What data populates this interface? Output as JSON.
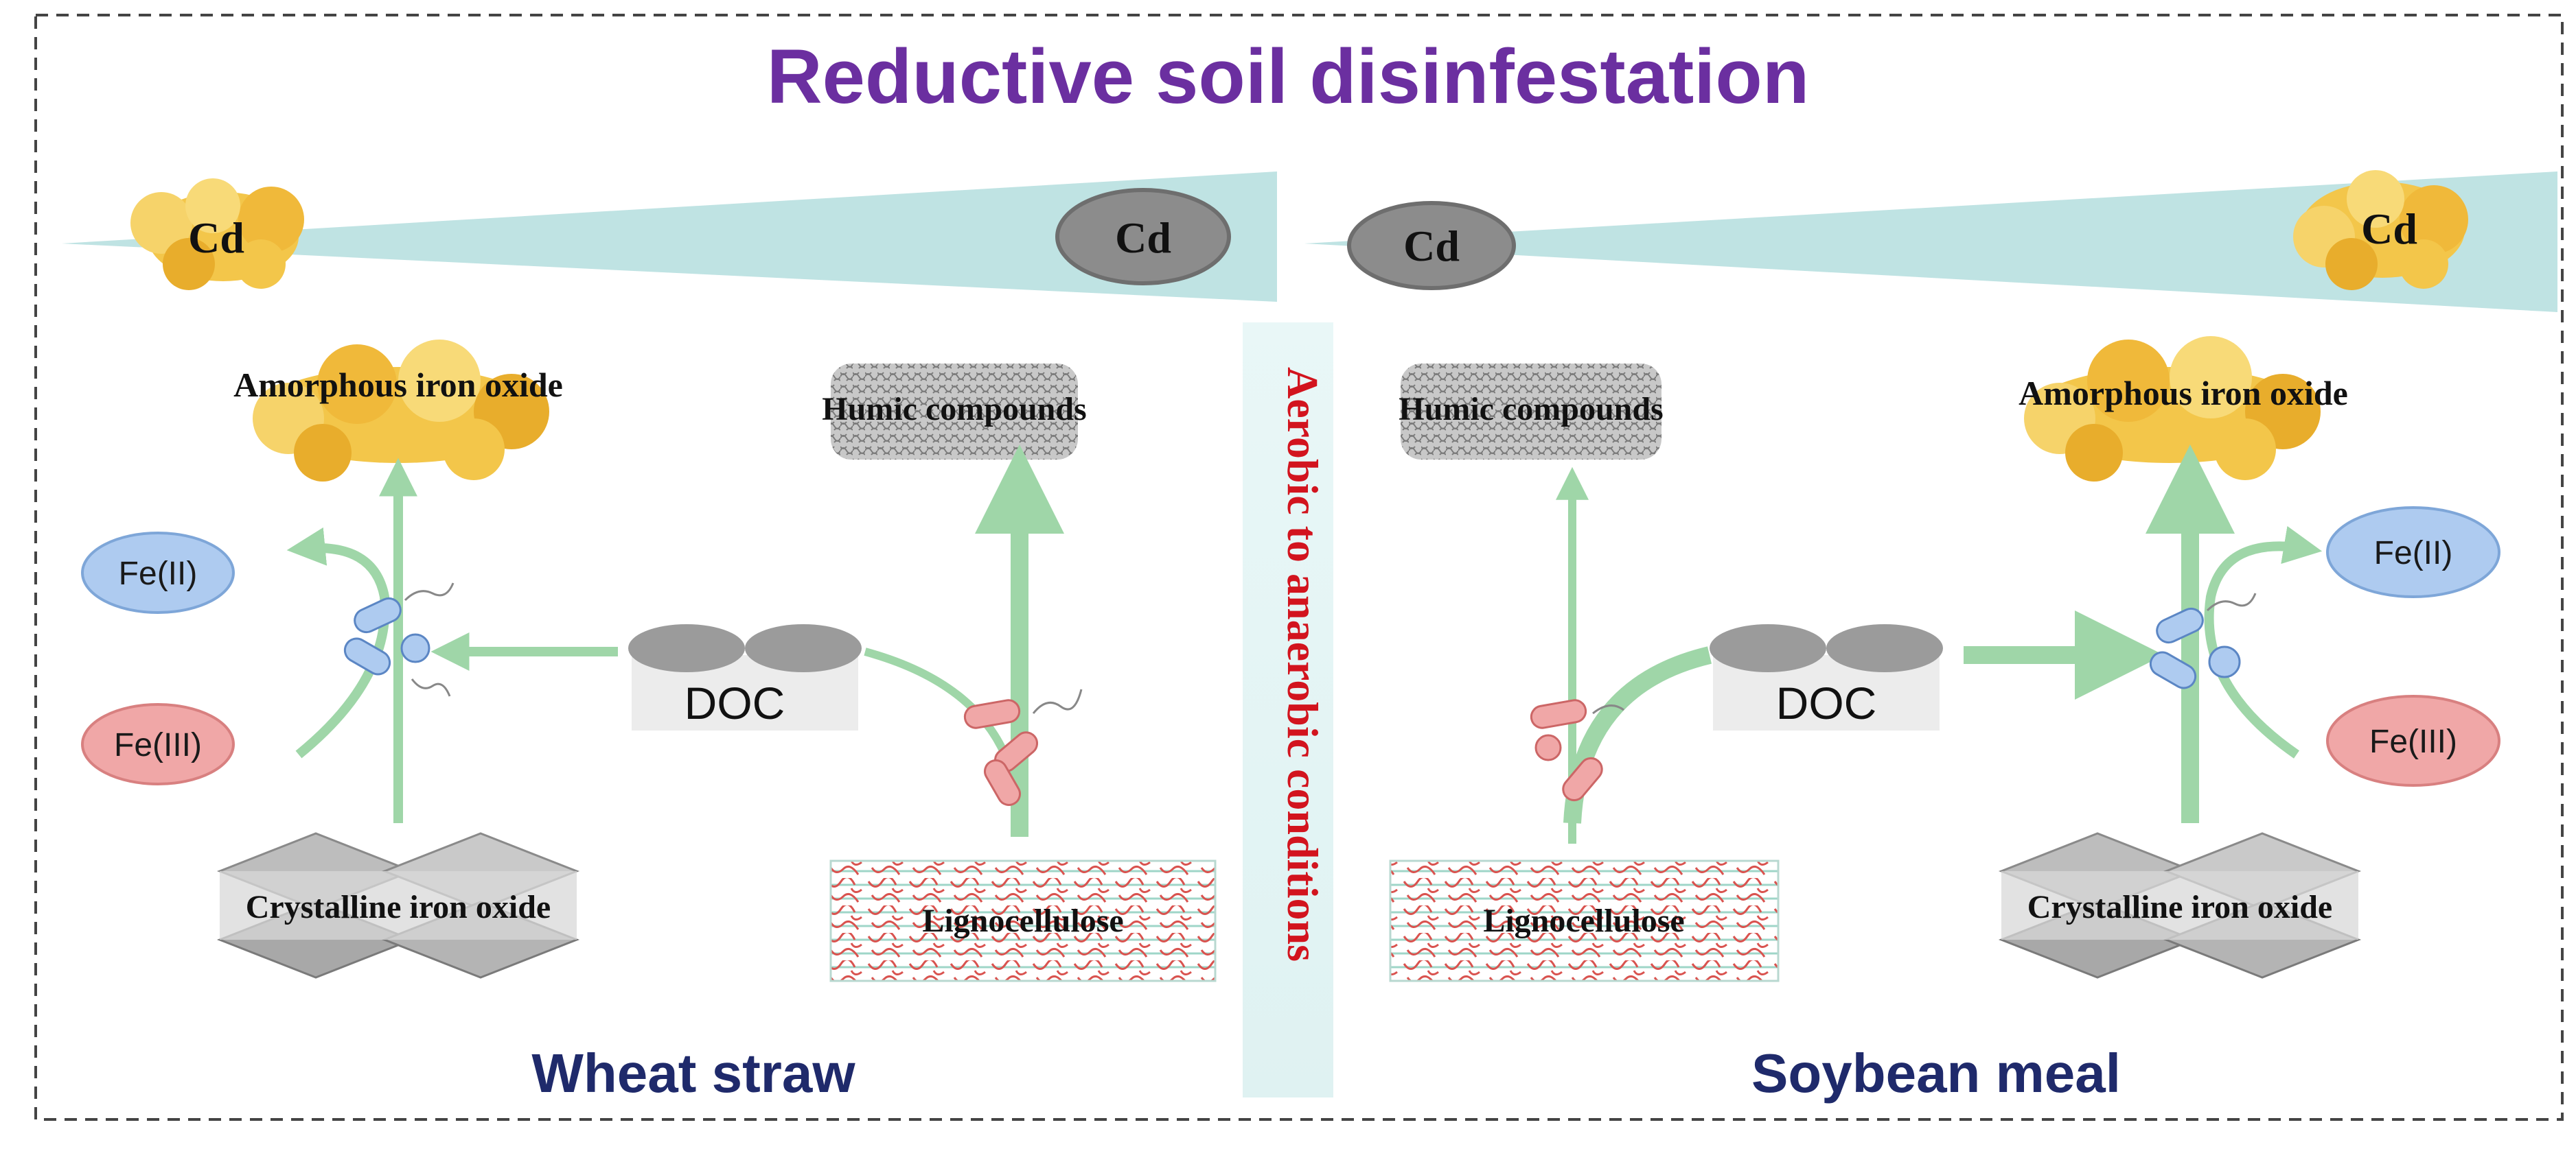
{
  "title": "Reductive soil disinfestation",
  "center_label": "Aerobic to anaerobic conditions",
  "cd_label": "Cd",
  "left": {
    "name": "Wheat straw",
    "amorphous": "Amorphous iron oxide",
    "humic": "Humic compounds",
    "fe2": "Fe(II)",
    "fe3": "Fe(III)",
    "doc": "DOC",
    "crystalline": "Crystalline iron oxide",
    "lignocellulose": "Lignocellulose"
  },
  "right": {
    "name": "Soybean meal",
    "amorphous": "Amorphous iron oxide",
    "humic": "Humic compounds",
    "fe2": "Fe(II)",
    "fe3": "Fe(III)",
    "doc": "DOC",
    "crystalline": "Crystalline iron oxide",
    "lignocellulose": "Lignocellulose"
  },
  "colors": {
    "title": "#6b2fa0",
    "group_label": "#1f2a6b",
    "center_label": "#d2141e",
    "arrow": "#9fd6a8",
    "wedge": "#bfe3e3",
    "fe2_fill": "#aecbf0",
    "fe3_fill": "#f0a7a7",
    "yellow_blob": "#f3c64a",
    "gray_blob": "#8c8c8c"
  }
}
